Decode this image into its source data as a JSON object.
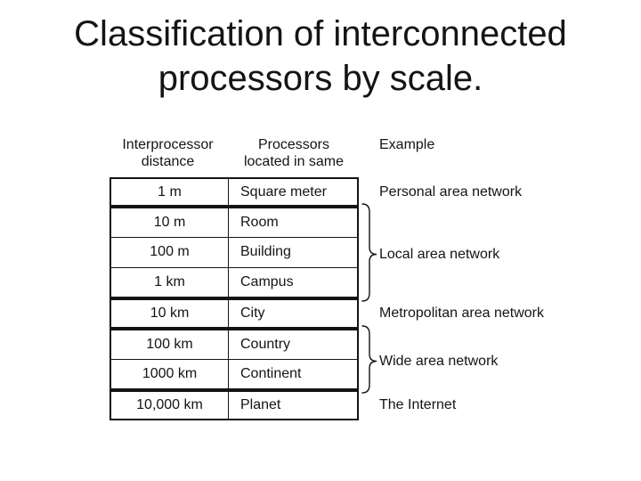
{
  "title": {
    "line1": "Classification of interconnected",
    "line2": "processors by scale."
  },
  "colors": {
    "ink": "#141414",
    "background": "#ffffff"
  },
  "table": {
    "headers": {
      "distance": {
        "line1": "Interprocessor",
        "line2": "distance"
      },
      "location": {
        "line1": "Processors",
        "line2": "located in same"
      },
      "example": "Example"
    },
    "groups": [
      {
        "example": "Personal area network",
        "brace": false,
        "rows": [
          {
            "distance": "1 m",
            "location": "Square meter"
          }
        ]
      },
      {
        "example": "Local area network",
        "brace": true,
        "rows": [
          {
            "distance": "10 m",
            "location": "Room"
          },
          {
            "distance": "100 m",
            "location": "Building"
          },
          {
            "distance": "1 km",
            "location": "Campus"
          }
        ]
      },
      {
        "example": "Metropolitan area network",
        "brace": false,
        "rows": [
          {
            "distance": "10 km",
            "location": "City"
          }
        ]
      },
      {
        "example": "Wide area network",
        "brace": true,
        "rows": [
          {
            "distance": "100 km",
            "location": "Country"
          },
          {
            "distance": "1000 km",
            "location": "Continent"
          }
        ]
      },
      {
        "example": "The Internet",
        "brace": false,
        "rows": [
          {
            "distance": "10,000 km",
            "location": "Planet"
          }
        ]
      }
    ]
  }
}
